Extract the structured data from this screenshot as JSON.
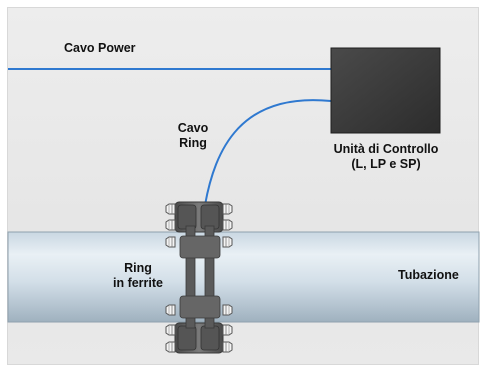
{
  "labels": {
    "power_cable": "Cavo Power",
    "ring_cable_line1": "Cavo",
    "ring_cable_line2": "Ring",
    "control_unit_line1": "Unità di Controllo",
    "control_unit_line2": "(L, LP e SP)",
    "ferrite_ring_line1": "Ring",
    "ferrite_ring_line2": "in ferrite",
    "pipe": "Tubazione"
  },
  "colors": {
    "cable": "#2f79d0",
    "control_unit": "#3b3b3b",
    "pipe_light": "#dbe6ee",
    "pipe_dark": "#a8b9c6",
    "clamp": "#5a5a5a",
    "background": "#e8e8e8"
  }
}
